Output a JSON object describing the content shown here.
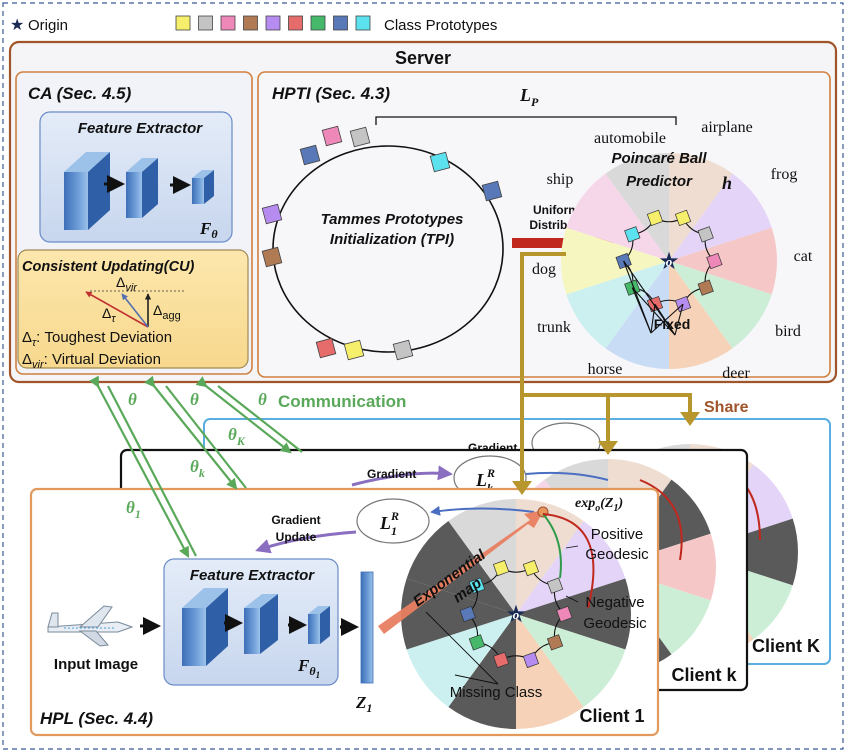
{
  "legend": {
    "origin_label": "Origin",
    "prototypes_label": "Class Prototypes",
    "swatch_colors": [
      "#f5ef6b",
      "#c4c4c4",
      "#ee88b8",
      "#b07a55",
      "#b68cf0",
      "#e66b6b",
      "#46b86a",
      "#5878b8",
      "#5ce2ee"
    ]
  },
  "server": {
    "title": "Server",
    "ca": {
      "title": "CA (Sec. 4.5)",
      "feature_extractor": "Feature Extractor",
      "f_theta": "F",
      "f_theta_sub": "θ",
      "cu_title": "Consistent Updating(CU)",
      "delta_vir": "Δ",
      "delta_vir_sub": "vir",
      "delta_tau": "Δ",
      "delta_tau_sub": "τ",
      "delta_agg": "Δ",
      "delta_agg_sub": "agg",
      "tau_def_sub": "τ",
      "tau_def_text": ": Toughest Deviation",
      "vir_def_sub": "vir",
      "vir_def_text": ": Virtual Deviation"
    },
    "hpti": {
      "title": "HPTI (Sec. 4.3)",
      "lp": "L",
      "lp_sub": "P",
      "tpi_line1": "Tammes Prototypes",
      "tpi_line2": "Initialization (TPI)",
      "uniform_line1": "Uniformly",
      "uniform_line2": "Distributed",
      "poincare_line1": "Poincaré  Ball",
      "poincare_line2": "Predictor",
      "h_label": "h",
      "fixed_label": "Fixed",
      "origin_o": "o",
      "classes": [
        "automobile",
        "airplane",
        "frog",
        "cat",
        "bird",
        "deer",
        "horse",
        "trunk",
        "dog",
        "ship"
      ]
    }
  },
  "communication": {
    "label": "Communication",
    "theta": "θ",
    "theta_k_cap": "θ",
    "theta_k_cap_sub": "K",
    "theta_k": "θ",
    "theta_k_sub": "k",
    "theta_1": "θ",
    "theta_1_sub": "1",
    "share": "Share"
  },
  "clients": {
    "client_K": "Client K",
    "client_k": "Client k",
    "client_1": "Client 1",
    "gradient": "Gradient",
    "gradient_update_line1": "Gradient",
    "gradient_update_line2": "Update",
    "l1r": "L",
    "l1r_sup": "R",
    "l1r_sub": "1",
    "lkr_sub": "k",
    "hpl_title": "HPL (Sec. 4.4)",
    "feature_extractor": "Feature Extractor",
    "f_theta1": "F",
    "f_theta1_sub": "θ",
    "f_theta1_subsub": "1",
    "z1": "Z",
    "z1_sub": "1",
    "input_image": "Input Image",
    "exp_line1": "Exponential",
    "exp_line2": "map",
    "expo": "exp",
    "expo_sub": "o",
    "expo_arg": "(Z",
    "expo_arg_sub": "1",
    "expo_close": ")",
    "positive_line1": "Positive",
    "positive_line2": "Geodesic",
    "negative_line1": "Negative",
    "negative_line2": "Geodesic",
    "missing_class": "Missing Class",
    "origin_o": "o"
  }
}
